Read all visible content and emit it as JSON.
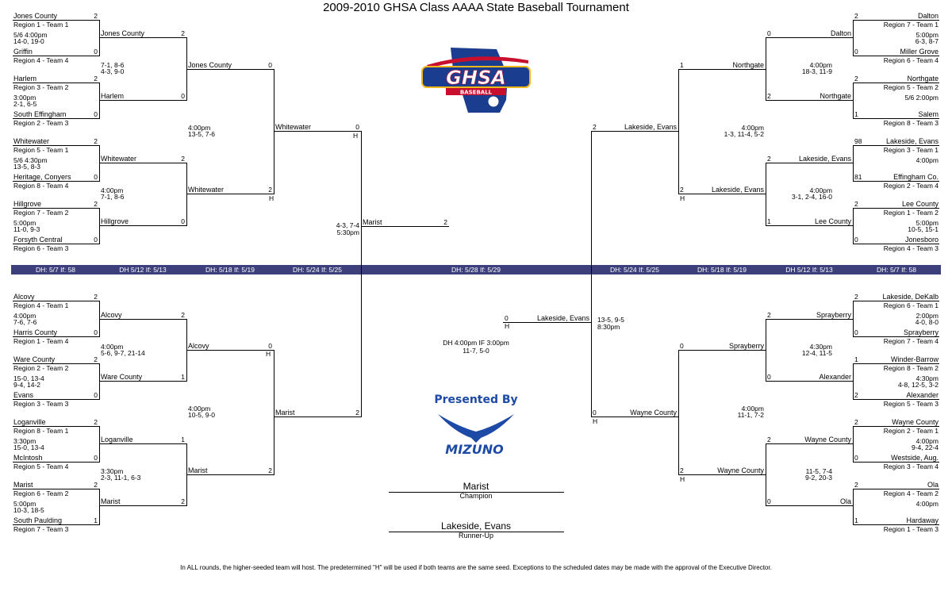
{
  "title": "2009-2010 GHSA Class AAAA State Baseball Tournament",
  "footer": "In ALL rounds, the higher-seeded team will host.  The predetermined \"H\" will be used if both teams are the same seed.  Exceptions to the scheduled dates may be made with the approval of the Executive Director.",
  "logo": {
    "text": "GHSA",
    "subtext": "BASEBALL"
  },
  "presented_by": "Presented By",
  "sponsor": "MIZUNO",
  "champion": {
    "name": "Marist",
    "label": "Champion"
  },
  "runner_up": {
    "name": "Lakeside, Evans",
    "label": "Runner-Up"
  },
  "final_schedule": {
    "line1": "DH 4:00pm IF 3:00pm",
    "line2": "11-7, 5-0"
  },
  "day_labels": [
    "DH: 5/7 If: 58",
    "DH 5/12 If: 5/13",
    "DH: 5/18 If: 5/19",
    "DH: 5/24 If: 5/25",
    "DH: 5/28 If: 5/29",
    "DH: 5/24 If: 5/25",
    "DH: 5/18 If: 5/19",
    "DH 5/12 If: 5/13",
    "DH: 5/7 If: 58"
  ],
  "r1_left": [
    {
      "team": "Jones County",
      "seed": "Region 1 - Team 1",
      "score": "2"
    },
    {
      "team": "Griffin",
      "seed": "Region 4 - Team 4",
      "score": "0"
    },
    {
      "team": "Harlem",
      "seed": "Region 3 - Team 2",
      "score": "2"
    },
    {
      "team": "South Effingham",
      "seed": "Region 2 - Team 3",
      "score": "0"
    },
    {
      "team": "Whitewater",
      "seed": "Region 5 - Team 1",
      "score": "2"
    },
    {
      "team": "Heritage, Conyers",
      "seed": "Region 8 - Team 4",
      "score": "0"
    },
    {
      "team": "Hillgrove",
      "seed": "Region 7 - Team 2",
      "score": "2"
    },
    {
      "team": "Forsyth Central",
      "seed": "Region 6 - Team 3",
      "score": "0"
    },
    {
      "team": "Alcovy",
      "seed": "Region 4 - Team 1",
      "score": "2"
    },
    {
      "team": "Harris County",
      "seed": "Region 1 - Team 4",
      "score": "0"
    },
    {
      "team": "Ware County",
      "seed": "Region 2 - Team 2",
      "score": "2"
    },
    {
      "team": "Evans",
      "seed": "Region 3 - Team 3",
      "score": "0"
    },
    {
      "team": "Loganville",
      "seed": "Region 8 - Team 1",
      "score": "2"
    },
    {
      "team": "McIntosh",
      "seed": "Region 5 - Team 4",
      "score": "0"
    },
    {
      "team": "Marist",
      "seed": "Region 6 - Team 2",
      "score": "2"
    },
    {
      "team": "South Paulding",
      "seed": "Region 7 - Team 3",
      "score": "1"
    }
  ],
  "r1_left_info": [
    {
      "l1": "5/6 4:00pm",
      "l2": "14-0, 19-0"
    },
    {
      "l1": "3:00pm",
      "l2": "2-1, 6-5"
    },
    {
      "l1": "5/6 4:30pm",
      "l2": "13-5, 8-3"
    },
    {
      "l1": "5:00pm",
      "l2": "11-0, 9-3"
    },
    {
      "l1": "4:00pm",
      "l2": "7-6, 7-6"
    },
    {
      "l1": "15-0, 13-4",
      "l2": "9-4, 14-2"
    },
    {
      "l1": "3:30pm",
      "l2": "15-0, 13-4"
    },
    {
      "l1": "5:00pm",
      "l2": "10-3, 18-5"
    }
  ],
  "r2_left": [
    {
      "team": "Jones County",
      "score": "2"
    },
    {
      "team": "Harlem",
      "score": "0"
    },
    {
      "team": "Whitewater",
      "score": "2"
    },
    {
      "team": "Hillgrove",
      "score": "0"
    },
    {
      "team": "Alcovy",
      "score": "2"
    },
    {
      "team": "Ware County",
      "score": "1"
    },
    {
      "team": "Loganville",
      "score": "1"
    },
    {
      "team": "Marist",
      "score": "2"
    }
  ],
  "r2_left_info": [
    {
      "l1": "7-1, 8-6",
      "l2": "4-3, 9-0"
    },
    {
      "l1": "4:00pm",
      "l2": "7-1, 8-6"
    },
    {
      "l1": "4:00pm",
      "l2": "5-6, 9-7, 21-14"
    },
    {
      "l1": "3:30pm",
      "l2": "2-3, 11-1, 6-3"
    }
  ],
  "qf_left": [
    {
      "team": "Jones County",
      "score": "0"
    },
    {
      "team": "Whitewater",
      "score": "2"
    },
    {
      "team": "Alcovy",
      "score": "0"
    },
    {
      "team": "Marist",
      "score": "2"
    }
  ],
  "qf_left_info": [
    {
      "l1": "4:00pm",
      "l2": "13-5, 7-6"
    },
    {
      "l1": "4:00pm",
      "l2": "10-5, 9-0"
    }
  ],
  "sf_left": [
    {
      "team": "Whitewater",
      "score": "0"
    },
    {
      "team": "Marist",
      "score": "2"
    }
  ],
  "sf_left_info": {
    "l1": "4-3, 7-4",
    "l2": "5:30pm"
  },
  "final_left": {
    "team": "Marist",
    "score": "2"
  },
  "r1_right": [
    {
      "team": "Dalton",
      "seed": "Region 7 - Team 1",
      "score": "2"
    },
    {
      "team": "Miller Grove",
      "seed": "Region 6 - Team 4",
      "score": "0"
    },
    {
      "team": "Northgate",
      "seed": "Region 5 - Team 2",
      "score": "2"
    },
    {
      "team": "Salem",
      "seed": "Region 8 - Team 3",
      "score": "1"
    },
    {
      "team": "Lakeside, Evans",
      "seed": "Region 3 - Team 1",
      "score": "98"
    },
    {
      "team": "Effingham Co.",
      "seed": "Region 2 - Team 4",
      "score": "81"
    },
    {
      "team": "Lee County",
      "seed": "Region 1 - Team 2",
      "score": "2"
    },
    {
      "team": "Jonesboro",
      "seed": "Region 4 - Team 3",
      "score": "0"
    },
    {
      "team": "Lakeside, DeKalb",
      "seed": "Region 6 - Team 1",
      "score": "2"
    },
    {
      "team": "Sprayberry",
      "seed": "Region 7 - Team 4",
      "score": "0"
    },
    {
      "team": "Winder-Barrow",
      "seed": "Region 8 - Team 2",
      "score": "1"
    },
    {
      "team": "Alexander",
      "seed": "Region 5 - Team 3",
      "score": "2"
    },
    {
      "team": "Wayne County",
      "seed": "Region 2 - Team 1",
      "score": "2"
    },
    {
      "team": "Westside, Aug.",
      "seed": "Region 3 - Team 4",
      "score": "0"
    },
    {
      "team": "Ola",
      "seed": "Region 4 - Team 2",
      "score": "2"
    },
    {
      "team": "Hardaway",
      "seed": "Region 1 - Team 3",
      "score": "1"
    }
  ],
  "r1_right_info": [
    {
      "l1": "5:00pm",
      "l2": "6-3, 8-7"
    },
    {
      "l1": "5/6 2:00pm",
      "l2": ""
    },
    {
      "l1": "4:00pm",
      "l2": ""
    },
    {
      "l1": "5:00pm",
      "l2": "10-5, 15-1"
    },
    {
      "l1": "2:00pm",
      "l2": "4-0, 8-0"
    },
    {
      "l1": "4:30pm",
      "l2": "4-8, 12-5, 3-2"
    },
    {
      "l1": "4:00pm",
      "l2": "9-4, 22-4"
    },
    {
      "l1": "4:00pm",
      "l2": ""
    }
  ],
  "r2_right": [
    {
      "team": "Dalton",
      "score": "0"
    },
    {
      "team": "Northgate",
      "score": "2"
    },
    {
      "team": "Lakeside, Evans",
      "score": "2"
    },
    {
      "team": "Lee County",
      "score": "1"
    },
    {
      "team": "Sprayberry",
      "score": "2"
    },
    {
      "team": "Alexander",
      "score": "0"
    },
    {
      "team": "Wayne County",
      "score": "2"
    },
    {
      "team": "Ola",
      "score": "0"
    }
  ],
  "r2_right_info": [
    {
      "l1": "4:00pm",
      "l2": "18-3, 11-9"
    },
    {
      "l1": "4:00pm",
      "l2": "3-1, 2-4, 16-0"
    },
    {
      "l1": "4:30pm",
      "l2": "12-4, 11-5"
    },
    {
      "l1": "11-5, 7-4",
      "l2": "9-2, 20-3"
    }
  ],
  "qf_right": [
    {
      "team": "Northgate",
      "score": "1"
    },
    {
      "team": "Lakeside, Evans",
      "score": "2"
    },
    {
      "team": "Sprayberry",
      "score": "0"
    },
    {
      "team": "Wayne County",
      "score": "2"
    }
  ],
  "qf_right_info": [
    {
      "l1": "4:00pm",
      "l2": "1-3, 11-4, 5-2"
    },
    {
      "l1": "4:00pm",
      "l2": "11-1, 7-2"
    }
  ],
  "sf_right": [
    {
      "team": "Lakeside, Evans",
      "score": "2"
    },
    {
      "team": "Wayne County",
      "score": "0"
    }
  ],
  "sf_right_info": {
    "l1": "13-5, 9-5",
    "l2": "8:30pm"
  },
  "final_right": {
    "team": "Lakeside, Evans",
    "score": "0"
  },
  "host_mark": "H",
  "colors": {
    "daybar": "#3c3f7a",
    "logo_blue": "#1b3d8f",
    "logo_red": "#c8102e",
    "logo_gold": "#f2b81a",
    "mizuno_blue": "#1c4aa6"
  }
}
